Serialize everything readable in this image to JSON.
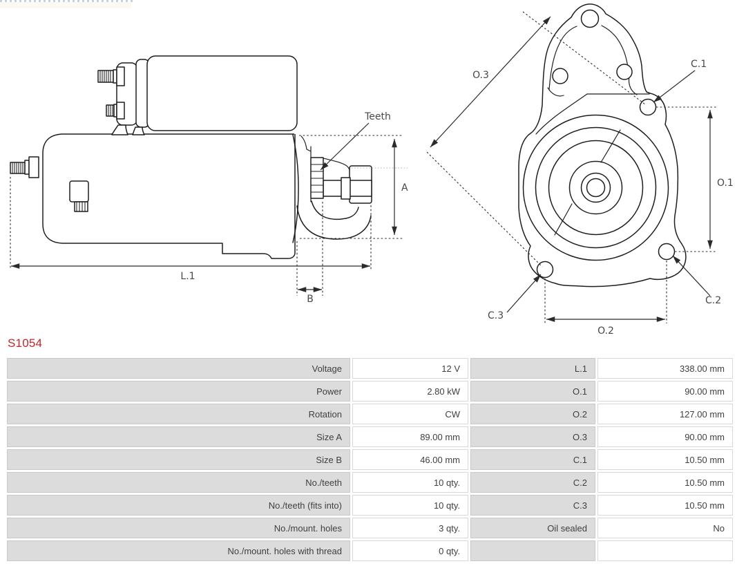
{
  "part_number": "S1054",
  "drawing": {
    "labels": {
      "teeth": "Teeth",
      "dim_a": "A",
      "dim_l1": "L.1",
      "dim_b": "B",
      "dim_o1": "O.1",
      "dim_o2": "O.2",
      "dim_o3": "O.3",
      "dim_c1": "C.1",
      "dim_c2": "C.2",
      "dim_c3": "C.3"
    }
  },
  "colors": {
    "part_number_red": "#c3262a",
    "drawing_line": "#1d1d1d",
    "dimension_line": "#2b2b2b",
    "table_label_bg": "#dcdcdc",
    "table_label_border": "#c9c9c9",
    "table_value_border": "#d8d8d8",
    "table_text": "#3f3f3f"
  },
  "spec_table": {
    "rows": [
      {
        "l1": "Voltage",
        "v1": "12 V",
        "l2": "L.1",
        "v2": "338.00 mm"
      },
      {
        "l1": "Power",
        "v1": "2.80 kW",
        "l2": "O.1",
        "v2": "90.00 mm"
      },
      {
        "l1": "Rotation",
        "v1": "CW",
        "l2": "O.2",
        "v2": "127.00 mm"
      },
      {
        "l1": "Size A",
        "v1": "89.00 mm",
        "l2": "O.3",
        "v2": "90.00 mm"
      },
      {
        "l1": "Size B",
        "v1": "46.00 mm",
        "l2": "C.1",
        "v2": "10.50 mm"
      },
      {
        "l1": "No./teeth",
        "v1": "10 qty.",
        "l2": "C.2",
        "v2": "10.50 mm"
      },
      {
        "l1": "No./teeth (fits into)",
        "v1": "10 qty.",
        "l2": "C.3",
        "v2": "10.50 mm"
      },
      {
        "l1": "No./mount. holes",
        "v1": "3 qty.",
        "l2": "Oil sealed",
        "v2": "No"
      },
      {
        "l1": "No./mount. holes with thread",
        "v1": "0 qty.",
        "l2": "",
        "v2": ""
      }
    ]
  }
}
